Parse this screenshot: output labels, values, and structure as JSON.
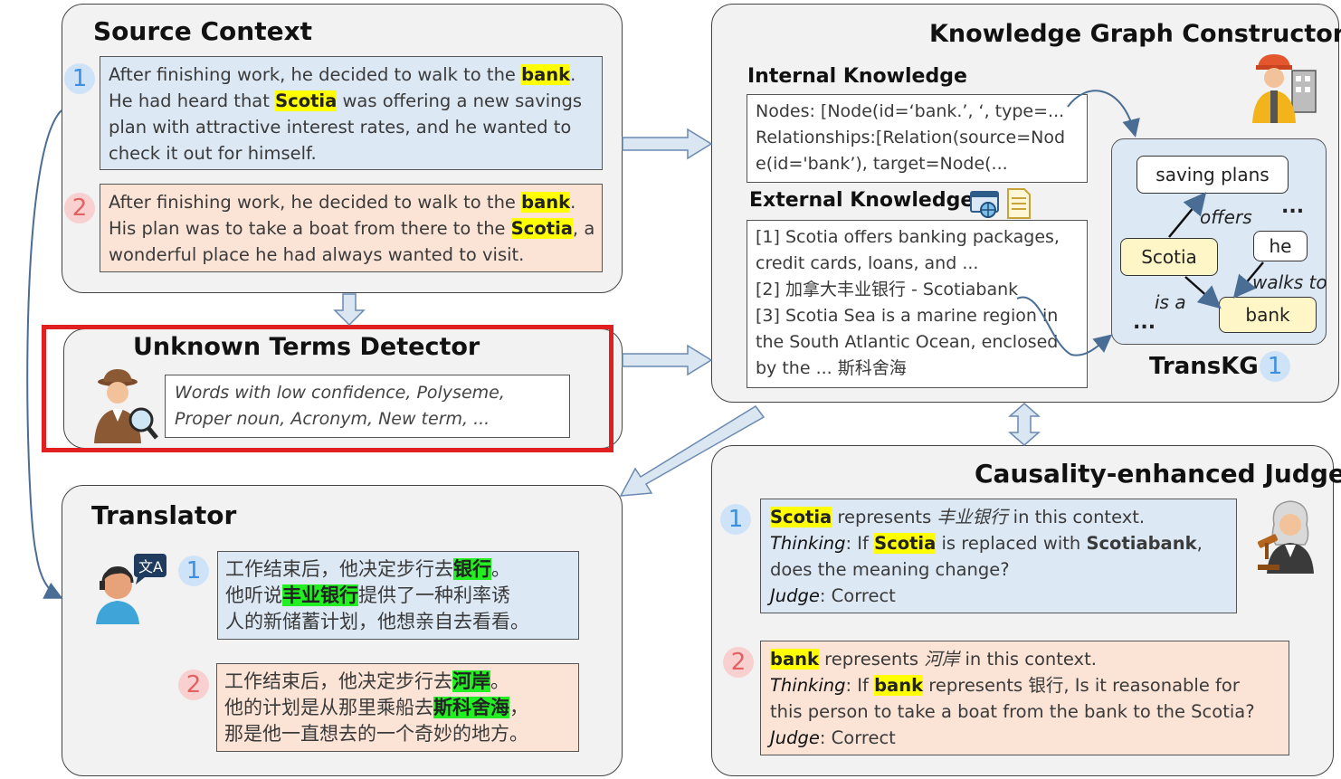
{
  "source_context": {
    "title": "Source Context",
    "ex1": {
      "num": "1",
      "l1a": "After finishing work, he decided to walk to the ",
      "l1h": "bank",
      "l1b": ".",
      "l2a": "He had heard that ",
      "l2h": "Scotia",
      "l2b": " was offering a new savings",
      "l3": "plan with attractive interest rates, and he wanted to",
      "l4": "check it out for himself."
    },
    "ex2": {
      "num": "2",
      "l1a": "After finishing work, he decided to walk to the ",
      "l1h": "bank",
      "l1b": ".",
      "l2a": "His plan was to take a boat from there to the ",
      "l2h": "Scotia",
      "l2b": ", a",
      "l3": "wonderful place he had always wanted to visit."
    }
  },
  "detector": {
    "title": "Unknown Terms Detector",
    "l1": "Words with low confidence, Polyseme,",
    "l2": "Proper noun, Acronym, New term, ..."
  },
  "translator": {
    "title": "Translator",
    "ex1": {
      "num": "1",
      "l1a": "工作结束后，他决定步行去",
      "l1h": "银行",
      "l1b": "。",
      "l2a": "他听说",
      "l2h": "丰业银行",
      "l2b": "提供了一种利率诱",
      "l3": "人的新储蓄计划，他想亲自去看看。"
    },
    "ex2": {
      "num": "2",
      "l1a": "工作结束后，他决定步行去",
      "l1h": "河岸",
      "l1b": "。",
      "l2a": "他的计划是从那里乘船去",
      "l2h": "斯科舍海",
      "l2b": "，",
      "l3": "那是他一直想去的一个奇妙的地方。"
    }
  },
  "kg": {
    "title": "Knowledge Graph Constructor",
    "internal_title": "Internal Knowledge",
    "internal_lines": [
      "Nodes: [Node(id=‘bank.’, ‘, type=...",
      "Relationships:[Relation(source=Nod",
      "e(id='bank’), target=Node(..."
    ],
    "external_title": "External Knowledge",
    "external_lines": [
      "[1] Scotia offers banking packages,",
      "credit cards, loans, and ...",
      "[2] 加拿大丰业银行 - Scotiabank",
      "[3] Scotia Sea is a marine region in",
      "the South Atlantic Ocean, enclosed",
      "by the ... 斯科舍海"
    ],
    "graph": {
      "nodes": {
        "saving_plans": "saving plans",
        "scotia": "Scotia",
        "he": "he",
        "bank": "bank"
      },
      "edges": {
        "offers": "offers",
        "walks_to": "walks to",
        "is_a": "is a"
      },
      "dots_a": "...",
      "dots_b": "..."
    },
    "transkg_label": "TransKG",
    "transkg_num": "1"
  },
  "judge": {
    "title": "Causality-enhanced Judge",
    "ex1": {
      "num": "1",
      "l1h": "Scotia",
      "l1a": " represents ",
      "l1i": "丰业银行",
      "l1b": " in this context.",
      "l2i": "Thinking",
      "l2a": ": If ",
      "l2h": "Scotia",
      "l2b": " is replaced with ",
      "l2bold": "Scotiabank",
      "l2c": ",",
      "l3": "does the meaning change?",
      "l4i": "Judge",
      "l4a": ": Correct"
    },
    "ex2": {
      "num": "2",
      "l1h": "bank",
      "l1a": " represents ",
      "l1i": "河岸",
      "l1b": " in this context.",
      "l2i": "Thinking",
      "l2a": ": If ",
      "l2h": "bank",
      "l2b": " represents 银行, Is it reasonable for",
      "l3": "this person to take a boat from the bank to the Scotia?",
      "l4i": "Judge",
      "l4a": ": Correct"
    }
  },
  "colors": {
    "panel_bg": "#f2f2f2",
    "blue_box": "#dde8f5",
    "peach_box": "#fbe4d6",
    "yellow_highlight": "#ffff00",
    "green_highlight": "#22ee22",
    "detector_border": "#e02020",
    "arrow_fill": "#dbe6f3",
    "arrow_stroke": "#6a8ab0"
  }
}
